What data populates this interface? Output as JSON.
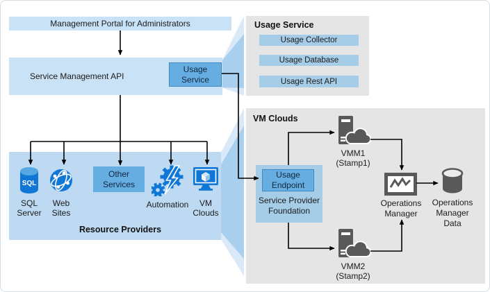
{
  "portal": {
    "label": "Management Portal for Administrators"
  },
  "api": {
    "label": "Service Management API"
  },
  "usage_service_box": {
    "label": "Usage Service"
  },
  "usage_panel": {
    "title": "Usage Service",
    "items": [
      {
        "label": "Usage Collector"
      },
      {
        "label": "Usage Database"
      },
      {
        "label": "Usage Rest API"
      }
    ]
  },
  "resource_providers": {
    "title": "Resource Providers",
    "sql_server": {
      "label": "SQL Server",
      "icon": "sql-database-cylinder",
      "icon_text": "SQL"
    },
    "web_sites": {
      "label": "Web Sites",
      "icon": "globe-network"
    },
    "other_services": {
      "label": "Other Services"
    },
    "automation": {
      "label": "Automation",
      "icon": "gears-lightning"
    },
    "vm_clouds": {
      "label": "VM Clouds",
      "icon": "monitor-cube"
    }
  },
  "vm_clouds_panel": {
    "title": "VM Clouds",
    "usage_endpoint": {
      "label": "Usage Endpoint"
    },
    "spf": {
      "label": "Service Provider Foundation"
    },
    "vmm1": {
      "name": "VMM1",
      "stamp": "(Stamp1)",
      "icon": "server-cloud"
    },
    "vmm2": {
      "name": "VMM2",
      "stamp": "(Stamp2)",
      "icon": "server-cloud"
    },
    "operations_manager": {
      "label": "Operations Manager",
      "icon": "monitor-pulse"
    },
    "operations_manager_data": {
      "label": "Operations Manager Data",
      "icon": "database-cylinder"
    }
  },
  "colors": {
    "band_blue": "#c9e2f6",
    "panel_blue": "#bddaf2",
    "sub_box_blue": "#a6cde8",
    "accent_blue": "#66aee2",
    "beam_light": "#d9e9f8",
    "beam_medium": "#a9cfee",
    "panel_gray": "#e5e5e5",
    "icon_blue": "#1177d7",
    "icon_gray": "#595959",
    "connector_black": "#000000"
  }
}
